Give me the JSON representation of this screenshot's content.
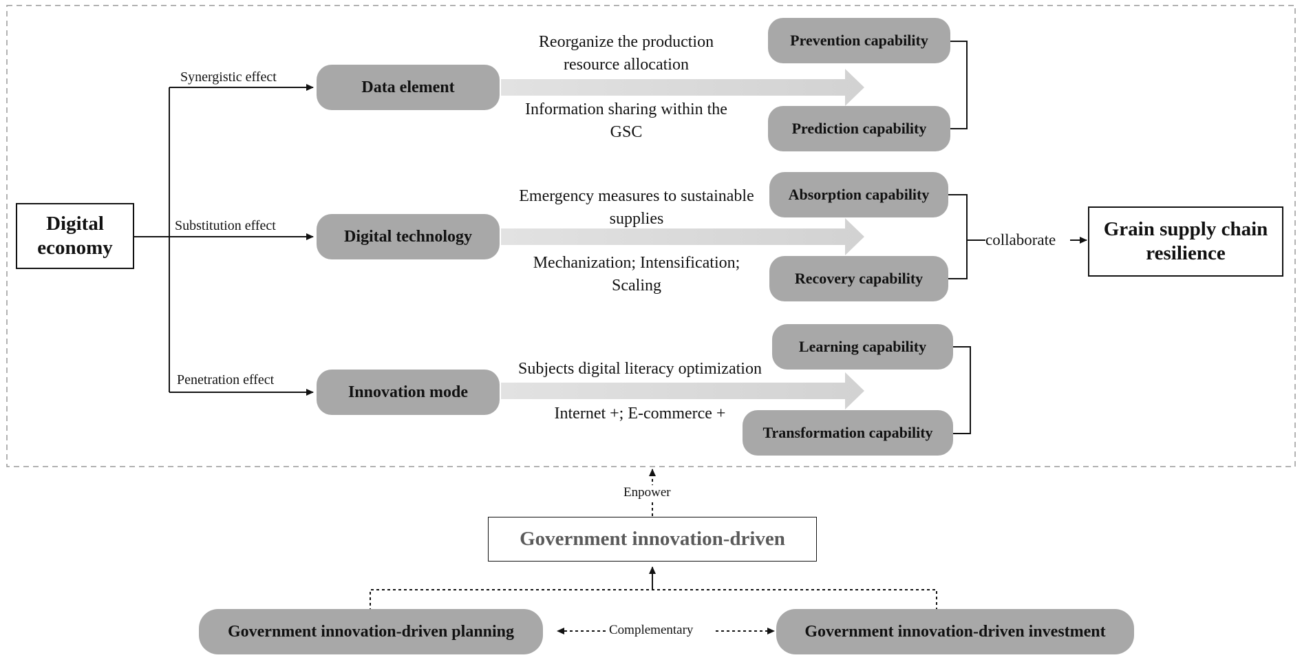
{
  "source": {
    "title": "Digital\neconomy"
  },
  "target": {
    "title": "Grain supply chain\nresilience"
  },
  "effects": [
    {
      "label": "Synergistic effect",
      "node": "Data element",
      "upper_text": "Reorganize the production\nresource allocation",
      "lower_text": "Information sharing within the\nGSC"
    },
    {
      "label": "Substitution effect",
      "node": "Digital technology",
      "upper_text": "Emergency measures to sustainable\nsupplies",
      "lower_text": "Mechanization; Intensification;\nScaling"
    },
    {
      "label": "Penetration effect",
      "node": "Innovation mode",
      "upper_text": "Subjects digital literacy optimization",
      "lower_text": "Internet +; E-commerce +"
    }
  ],
  "capabilities": [
    "Prevention capability",
    "Prediction capability",
    "Absorption capability",
    "Recovery capability",
    "Learning capability",
    "Transformation capability"
  ],
  "collaborate_label": "collaborate",
  "government": {
    "enpower_label": "Enpower",
    "driven": "Government innovation-driven",
    "planning": "Government innovation-driven planning",
    "investment": "Government innovation-driven investment",
    "complementary_label": "Complementary"
  },
  "colors": {
    "pill": "#a8a8a8",
    "arrow_band": "#dcdcdc",
    "driven_text": "#5a5a5a",
    "dashed_frame": "#999999"
  }
}
